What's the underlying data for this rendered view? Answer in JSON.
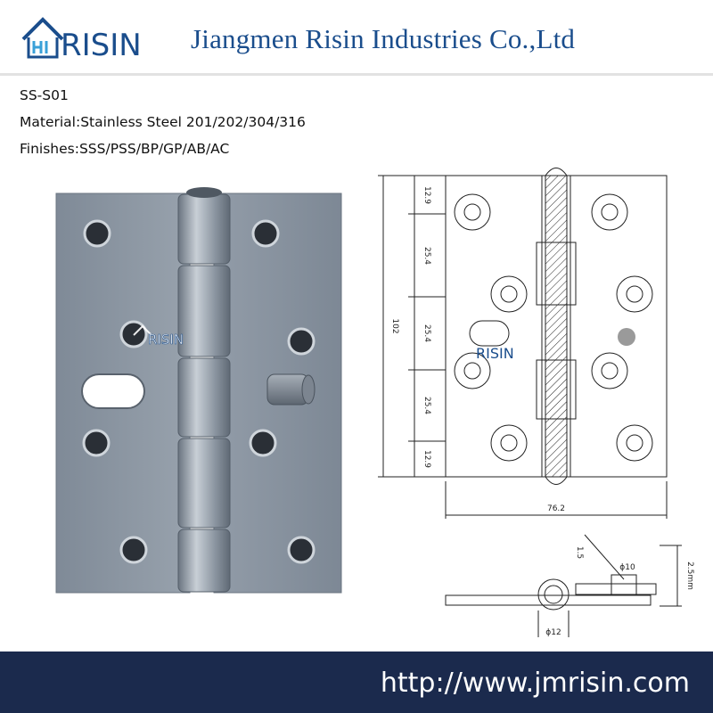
{
  "header": {
    "logo_text": "RISIN",
    "company_name": "Jiangmen Risin Industries Co.,Ltd"
  },
  "specs": {
    "model": "SS-S01",
    "material": "Material:Stainless Steel 201/202/304/316",
    "finishes": "Finishes:SSS/PSS/BP/GP/AB/AC"
  },
  "watermark_text": "RISIN",
  "drawing": {
    "dim_12_9_top": "12.9",
    "dim_25_4_a": "25.4",
    "dim_25_4_b": "25.4",
    "dim_25_4_c": "25.4",
    "dim_12_9_bottom": "12.9",
    "dim_height": "102",
    "dim_width": "76.2",
    "dim_1_5": "1.5",
    "dim_phi10": "ϕ10",
    "dim_2_5mm": "2.5mm",
    "dim_phi12": "ϕ12"
  },
  "footer": {
    "url": "http://www.jmrisin.com"
  },
  "colors": {
    "brand_blue": "#1a4d8c",
    "footer_bg": "#1b2a4d",
    "steel": "#8e98a4"
  }
}
